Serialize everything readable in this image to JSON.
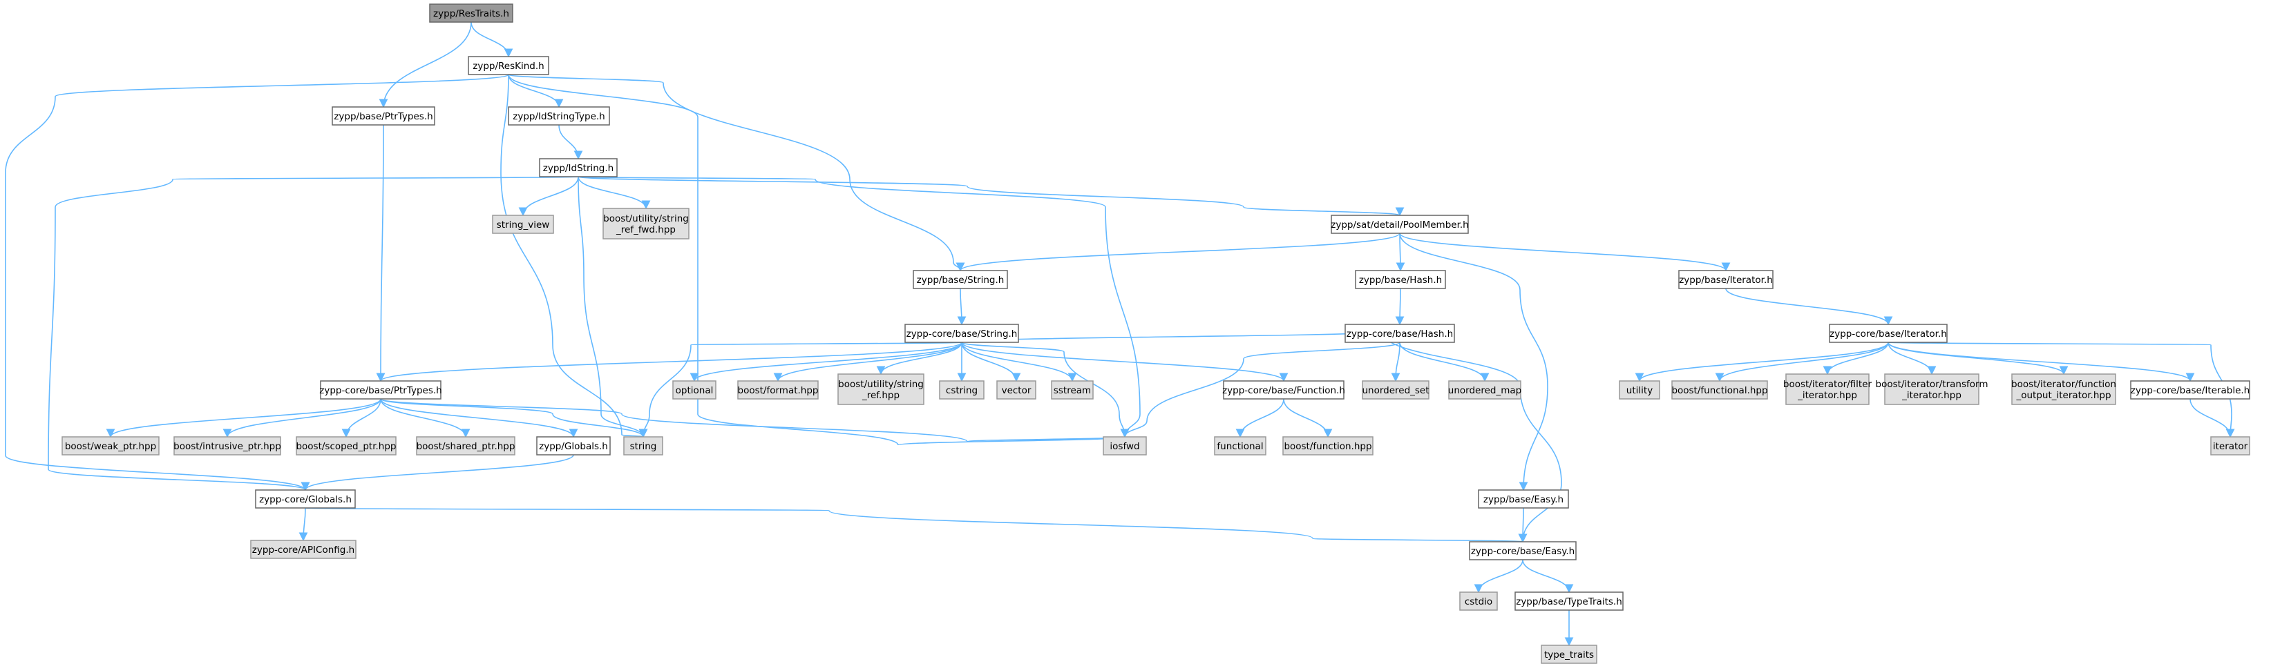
{
  "colors": {
    "edge": "#63b8ff",
    "node_fill": "#ffffff",
    "node_border": "#666666",
    "system_fill": "#e0e0e0",
    "system_border": "#999999",
    "root_fill": "#999999",
    "root_border": "#666666"
  },
  "nodes": [
    {
      "id": "restraits",
      "lines": [
        "zypp/ResTraits.h"
      ],
      "kind": "root"
    },
    {
      "id": "reskind",
      "lines": [
        "zypp/ResKind.h"
      ],
      "kind": "file"
    },
    {
      "id": "ptrtypes",
      "lines": [
        "zypp/base/PtrTypes.h"
      ],
      "kind": "file"
    },
    {
      "id": "idstringtype",
      "lines": [
        "zypp/IdStringType.h"
      ],
      "kind": "file"
    },
    {
      "id": "idstring",
      "lines": [
        "zypp/IdString.h"
      ],
      "kind": "file"
    },
    {
      "id": "string_view",
      "lines": [
        "string_view"
      ],
      "kind": "system"
    },
    {
      "id": "string_ref_fwd",
      "lines": [
        "boost/utility/string",
        "_ref_fwd.hpp"
      ],
      "kind": "system"
    },
    {
      "id": "poolmember",
      "lines": [
        "zypp/sat/detail/PoolMember.h"
      ],
      "kind": "file"
    },
    {
      "id": "base_string",
      "lines": [
        "zypp/base/String.h"
      ],
      "kind": "file"
    },
    {
      "id": "base_hash",
      "lines": [
        "zypp/base/Hash.h"
      ],
      "kind": "file"
    },
    {
      "id": "base_iterator",
      "lines": [
        "zypp/base/Iterator.h"
      ],
      "kind": "file"
    },
    {
      "id": "core_string",
      "lines": [
        "zypp-core/base/String.h"
      ],
      "kind": "file"
    },
    {
      "id": "core_hash",
      "lines": [
        "zypp-core/base/Hash.h"
      ],
      "kind": "file"
    },
    {
      "id": "core_iterator",
      "lines": [
        "zypp-core/base/Iterator.h"
      ],
      "kind": "file"
    },
    {
      "id": "core_ptrtypes",
      "lines": [
        "zypp-core/base/PtrTypes.h"
      ],
      "kind": "file"
    },
    {
      "id": "optional",
      "lines": [
        "optional"
      ],
      "kind": "system"
    },
    {
      "id": "boost_format",
      "lines": [
        "boost/format.hpp"
      ],
      "kind": "system"
    },
    {
      "id": "string_ref",
      "lines": [
        "boost/utility/string",
        "_ref.hpp"
      ],
      "kind": "system"
    },
    {
      "id": "cstring",
      "lines": [
        "cstring"
      ],
      "kind": "system"
    },
    {
      "id": "vector",
      "lines": [
        "vector"
      ],
      "kind": "system"
    },
    {
      "id": "sstream",
      "lines": [
        "sstream"
      ],
      "kind": "system"
    },
    {
      "id": "core_function",
      "lines": [
        "zypp-core/base/Function.h"
      ],
      "kind": "file"
    },
    {
      "id": "unordered_set",
      "lines": [
        "unordered_set"
      ],
      "kind": "system"
    },
    {
      "id": "unordered_map",
      "lines": [
        "unordered_map"
      ],
      "kind": "system"
    },
    {
      "id": "utility",
      "lines": [
        "utility"
      ],
      "kind": "system"
    },
    {
      "id": "boost_functional",
      "lines": [
        "boost/functional.hpp"
      ],
      "kind": "system"
    },
    {
      "id": "filter_iterator",
      "lines": [
        "boost/iterator/filter",
        "_iterator.hpp"
      ],
      "kind": "system"
    },
    {
      "id": "transform_iterator",
      "lines": [
        "boost/iterator/transform",
        "_iterator.hpp"
      ],
      "kind": "system"
    },
    {
      "id": "function_output_iterator",
      "lines": [
        "boost/iterator/function",
        "_output_iterator.hpp"
      ],
      "kind": "system"
    },
    {
      "id": "core_iterable",
      "lines": [
        "zypp-core/base/Iterable.h"
      ],
      "kind": "file"
    },
    {
      "id": "weak_ptr",
      "lines": [
        "boost/weak_ptr.hpp"
      ],
      "kind": "system"
    },
    {
      "id": "intrusive_ptr",
      "lines": [
        "boost/intrusive_ptr.hpp"
      ],
      "kind": "system"
    },
    {
      "id": "scoped_ptr",
      "lines": [
        "boost/scoped_ptr.hpp"
      ],
      "kind": "system"
    },
    {
      "id": "shared_ptr",
      "lines": [
        "boost/shared_ptr.hpp"
      ],
      "kind": "system"
    },
    {
      "id": "zypp_globals",
      "lines": [
        "zypp/Globals.h"
      ],
      "kind": "file"
    },
    {
      "id": "string",
      "lines": [
        "string"
      ],
      "kind": "system"
    },
    {
      "id": "iosfwd",
      "lines": [
        "iosfwd"
      ],
      "kind": "system"
    },
    {
      "id": "functional",
      "lines": [
        "functional"
      ],
      "kind": "system"
    },
    {
      "id": "boost_function",
      "lines": [
        "boost/function.hpp"
      ],
      "kind": "system"
    },
    {
      "id": "iterator",
      "lines": [
        "iterator"
      ],
      "kind": "system"
    },
    {
      "id": "core_globals",
      "lines": [
        "zypp-core/Globals.h"
      ],
      "kind": "file"
    },
    {
      "id": "apiconfig",
      "lines": [
        "zypp-core/APIConfig.h"
      ],
      "kind": "system"
    },
    {
      "id": "base_easy",
      "lines": [
        "zypp/base/Easy.h"
      ],
      "kind": "file"
    },
    {
      "id": "core_easy",
      "lines": [
        "zypp-core/base/Easy.h"
      ],
      "kind": "file"
    },
    {
      "id": "cstdio",
      "lines": [
        "cstdio"
      ],
      "kind": "system"
    },
    {
      "id": "typetraits",
      "lines": [
        "zypp/base/TypeTraits.h"
      ],
      "kind": "file"
    },
    {
      "id": "type_traits",
      "lines": [
        "type_traits"
      ],
      "kind": "system"
    }
  ],
  "edges": [
    [
      "restraits",
      "reskind"
    ],
    [
      "restraits",
      "ptrtypes"
    ],
    [
      "reskind",
      "idstringtype"
    ],
    [
      "reskind",
      "base_string"
    ],
    [
      "reskind",
      "core_globals"
    ],
    [
      "reskind",
      "string"
    ],
    [
      "reskind",
      "iosfwd"
    ],
    [
      "ptrtypes",
      "core_ptrtypes"
    ],
    [
      "idstringtype",
      "idstring"
    ],
    [
      "idstring",
      "string_view"
    ],
    [
      "idstring",
      "string_ref_fwd"
    ],
    [
      "idstring",
      "poolmember"
    ],
    [
      "idstring",
      "core_globals"
    ],
    [
      "idstring",
      "string"
    ],
    [
      "idstring",
      "iosfwd"
    ],
    [
      "poolmember",
      "base_string"
    ],
    [
      "poolmember",
      "base_hash"
    ],
    [
      "poolmember",
      "base_iterator"
    ],
    [
      "poolmember",
      "base_easy"
    ],
    [
      "base_string",
      "core_string"
    ],
    [
      "base_hash",
      "core_hash"
    ],
    [
      "base_iterator",
      "core_iterator"
    ],
    [
      "core_string",
      "core_ptrtypes"
    ],
    [
      "core_string",
      "optional"
    ],
    [
      "core_string",
      "boost_format"
    ],
    [
      "core_string",
      "string_ref"
    ],
    [
      "core_string",
      "cstring"
    ],
    [
      "core_string",
      "vector"
    ],
    [
      "core_string",
      "sstream"
    ],
    [
      "core_string",
      "iosfwd"
    ],
    [
      "core_string",
      "string"
    ],
    [
      "core_string",
      "core_function"
    ],
    [
      "core_string",
      "core_easy"
    ],
    [
      "core_hash",
      "iosfwd"
    ],
    [
      "core_hash",
      "unordered_set"
    ],
    [
      "core_hash",
      "unordered_map"
    ],
    [
      "core_iterator",
      "utility"
    ],
    [
      "core_iterator",
      "boost_functional"
    ],
    [
      "core_iterator",
      "filter_iterator"
    ],
    [
      "core_iterator",
      "transform_iterator"
    ],
    [
      "core_iterator",
      "function_output_iterator"
    ],
    [
      "core_iterator",
      "core_iterable"
    ],
    [
      "core_iterator",
      "iterator"
    ],
    [
      "core_iterable",
      "iterator"
    ],
    [
      "core_function",
      "functional"
    ],
    [
      "core_function",
      "boost_function"
    ],
    [
      "core_ptrtypes",
      "weak_ptr"
    ],
    [
      "core_ptrtypes",
      "intrusive_ptr"
    ],
    [
      "core_ptrtypes",
      "scoped_ptr"
    ],
    [
      "core_ptrtypes",
      "shared_ptr"
    ],
    [
      "core_ptrtypes",
      "zypp_globals"
    ],
    [
      "core_ptrtypes",
      "string"
    ],
    [
      "core_ptrtypes",
      "iosfwd"
    ],
    [
      "zypp_globals",
      "core_globals"
    ],
    [
      "core_globals",
      "apiconfig"
    ],
    [
      "core_globals",
      "core_easy"
    ],
    [
      "base_easy",
      "core_easy"
    ],
    [
      "core_easy",
      "cstdio"
    ],
    [
      "core_easy",
      "typetraits"
    ],
    [
      "typetraits",
      "type_traits"
    ]
  ]
}
